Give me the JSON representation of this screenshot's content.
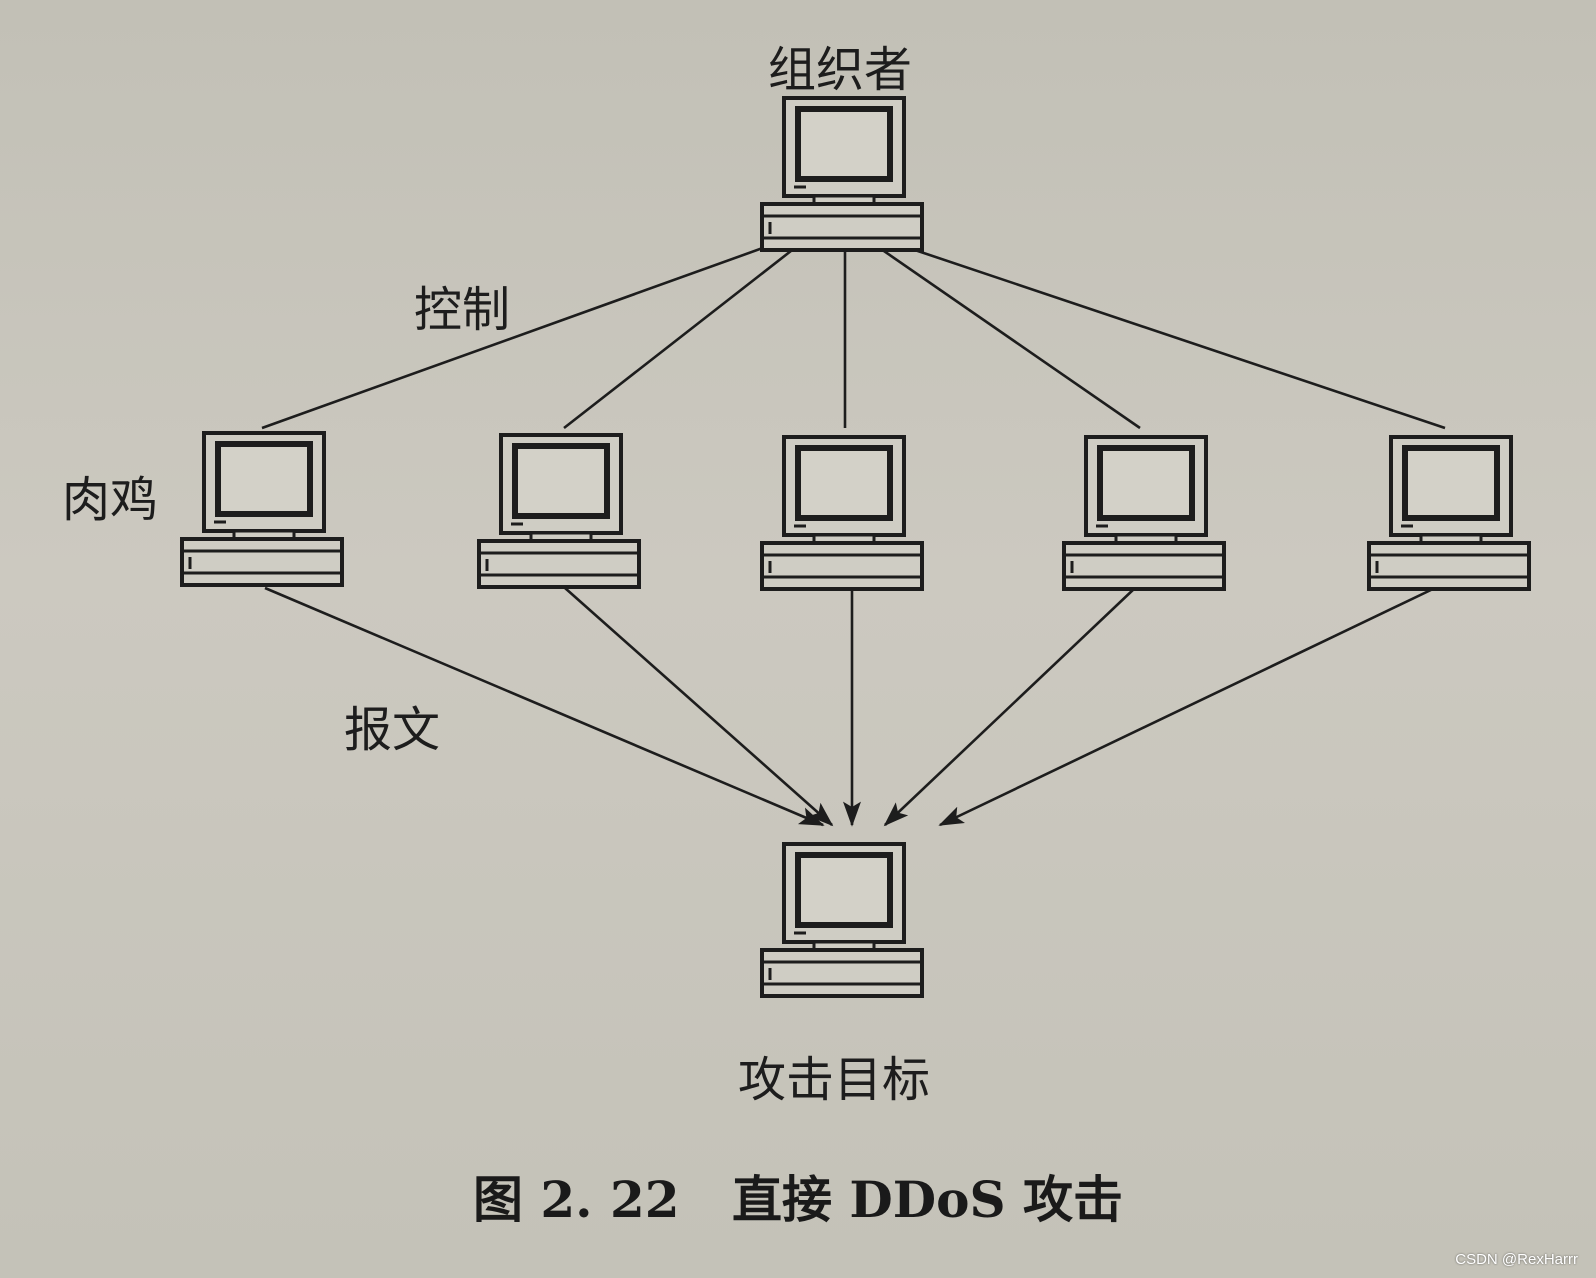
{
  "labels": {
    "organizer": "组织者",
    "control": "控制",
    "zombie": "肉鸡",
    "packet": "报文",
    "target": "攻击目标"
  },
  "caption": {
    "figure_no": "图 2. 22",
    "title": "直接 DDoS 攻击"
  },
  "watermark": "CSDN @RexHarrr",
  "colors": {
    "paper": "#c9c7bd",
    "ink": "#1d1d1d"
  }
}
